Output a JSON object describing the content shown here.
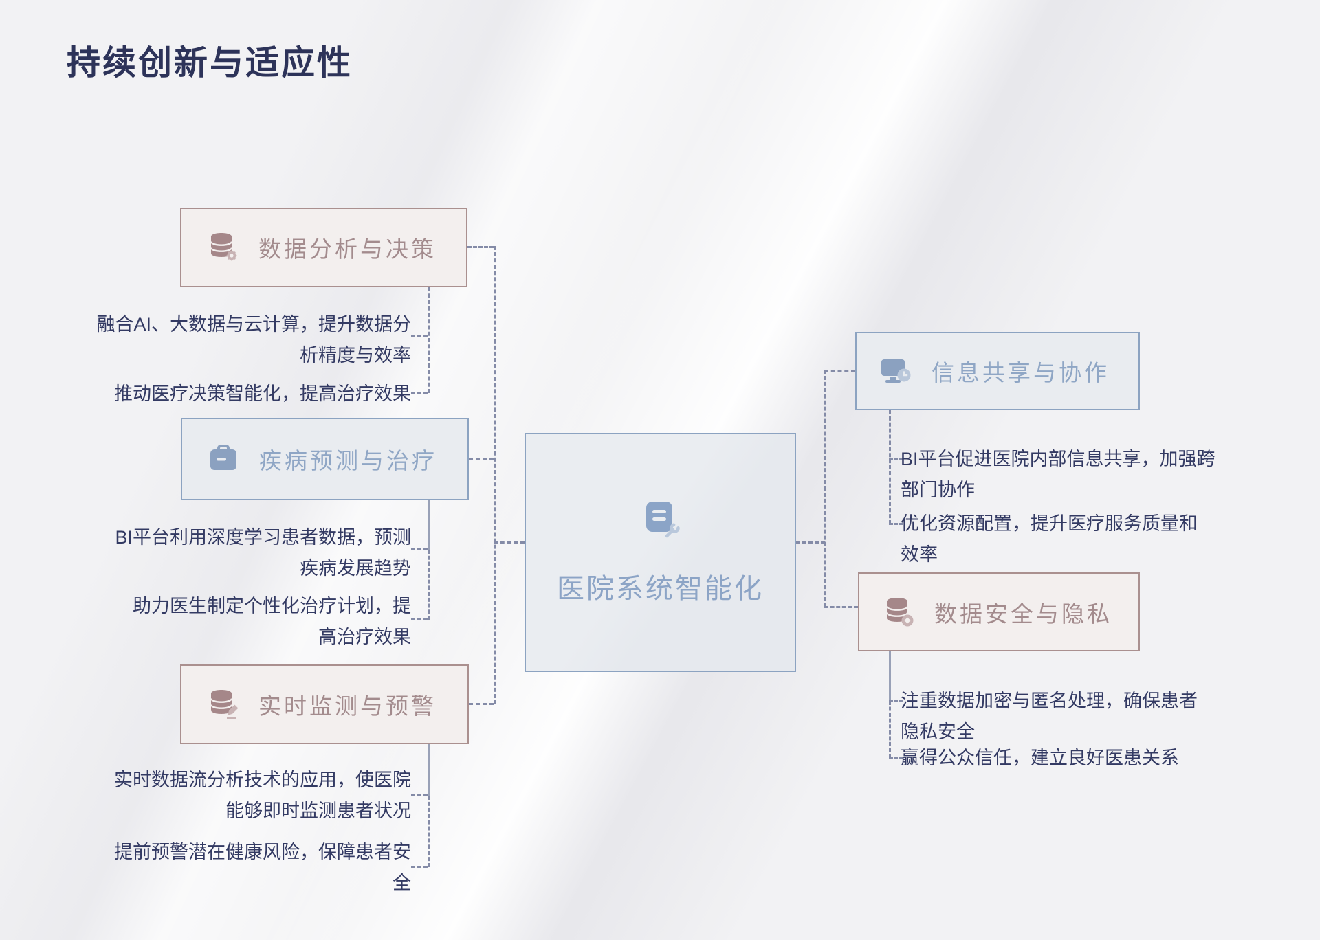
{
  "page": {
    "title": "持续创新与适应性"
  },
  "center": {
    "label": "医院系统智能化",
    "icon": "document-wrench-icon"
  },
  "branches": [
    {
      "id": "data-analysis",
      "label": "数据分析与决策",
      "icon": "database-gear-icon",
      "theme": "rose",
      "side": "left",
      "items": [
        "融合AI、大数据与云计算，提升数据分析精度与效率",
        "推动医疗决策智能化，提高治疗效果"
      ]
    },
    {
      "id": "disease-prediction",
      "label": "疾病预测与治疗",
      "icon": "briefcase-icon",
      "theme": "blue",
      "side": "left",
      "items": [
        "BI平台利用深度学习患者数据，预测疾病发展趋势",
        "助力医生制定个性化治疗计划，提高治疗效果"
      ]
    },
    {
      "id": "realtime-monitoring",
      "label": "实时监测与预警",
      "icon": "database-edit-icon",
      "theme": "rose",
      "side": "left",
      "items": [
        "实时数据流分析技术的应用，使医院能够即时监测患者状况",
        "提前预警潜在健康风险，保障患者安全"
      ]
    },
    {
      "id": "info-sharing",
      "label": "信息共享与协作",
      "icon": "monitor-clock-icon",
      "theme": "blue",
      "side": "right",
      "items": [
        "BI平台促进医院内部信息共享，加强跨部门协作",
        "优化资源配置，提升医疗服务质量和效率"
      ]
    },
    {
      "id": "data-security",
      "label": "数据安全与隐私",
      "icon": "database-coin-icon",
      "theme": "rose",
      "side": "right",
      "items": [
        "注重数据加密与匿名处理，确保患者隐私安全",
        "赢得公众信任，建立良好医患关系"
      ]
    }
  ],
  "colors": {
    "title": "#2d3359",
    "body_text": "#333a63",
    "connector_dashed": "#848ba7",
    "connector_solid": "#99a1b7",
    "rose_border": "#aa908f",
    "rose_background": "#f3efee",
    "rose_text": "#a38b8d",
    "blue_border": "#8ca3c1",
    "blue_background": "#e9ecf0",
    "blue_text": "#8fa6c5",
    "canvas_background": "#f2f2f4"
  }
}
